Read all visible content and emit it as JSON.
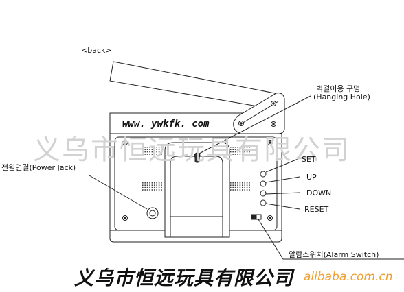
{
  "labels": {
    "back": "<back>",
    "hanging_hole_ko": "벽걸이용 구멍",
    "hanging_hole_en": "(Hanging Hole)",
    "power_jack": "전원연결(Power Jack)",
    "set": "SET",
    "up": "UP",
    "down": "DOWN",
    "reset": "RESET",
    "alarm_switch": "알람스위치(Alarm Switch)"
  },
  "device": {
    "website": "www. ywkfk. com"
  },
  "watermark": {
    "company_bg": "义乌市恒远玩具有限公司",
    "company_caption": "义乌市恒远玩具有限公司",
    "site": "alibaba.com.cn"
  },
  "colors": {
    "line": "#222222",
    "watermark_text": "#d2d2d2",
    "alibaba_orange": "#f0a030"
  },
  "icons": [
    "screw-icon",
    "speaker-grille-icon",
    "button-icon",
    "switch-icon",
    "power-jack-icon"
  ]
}
